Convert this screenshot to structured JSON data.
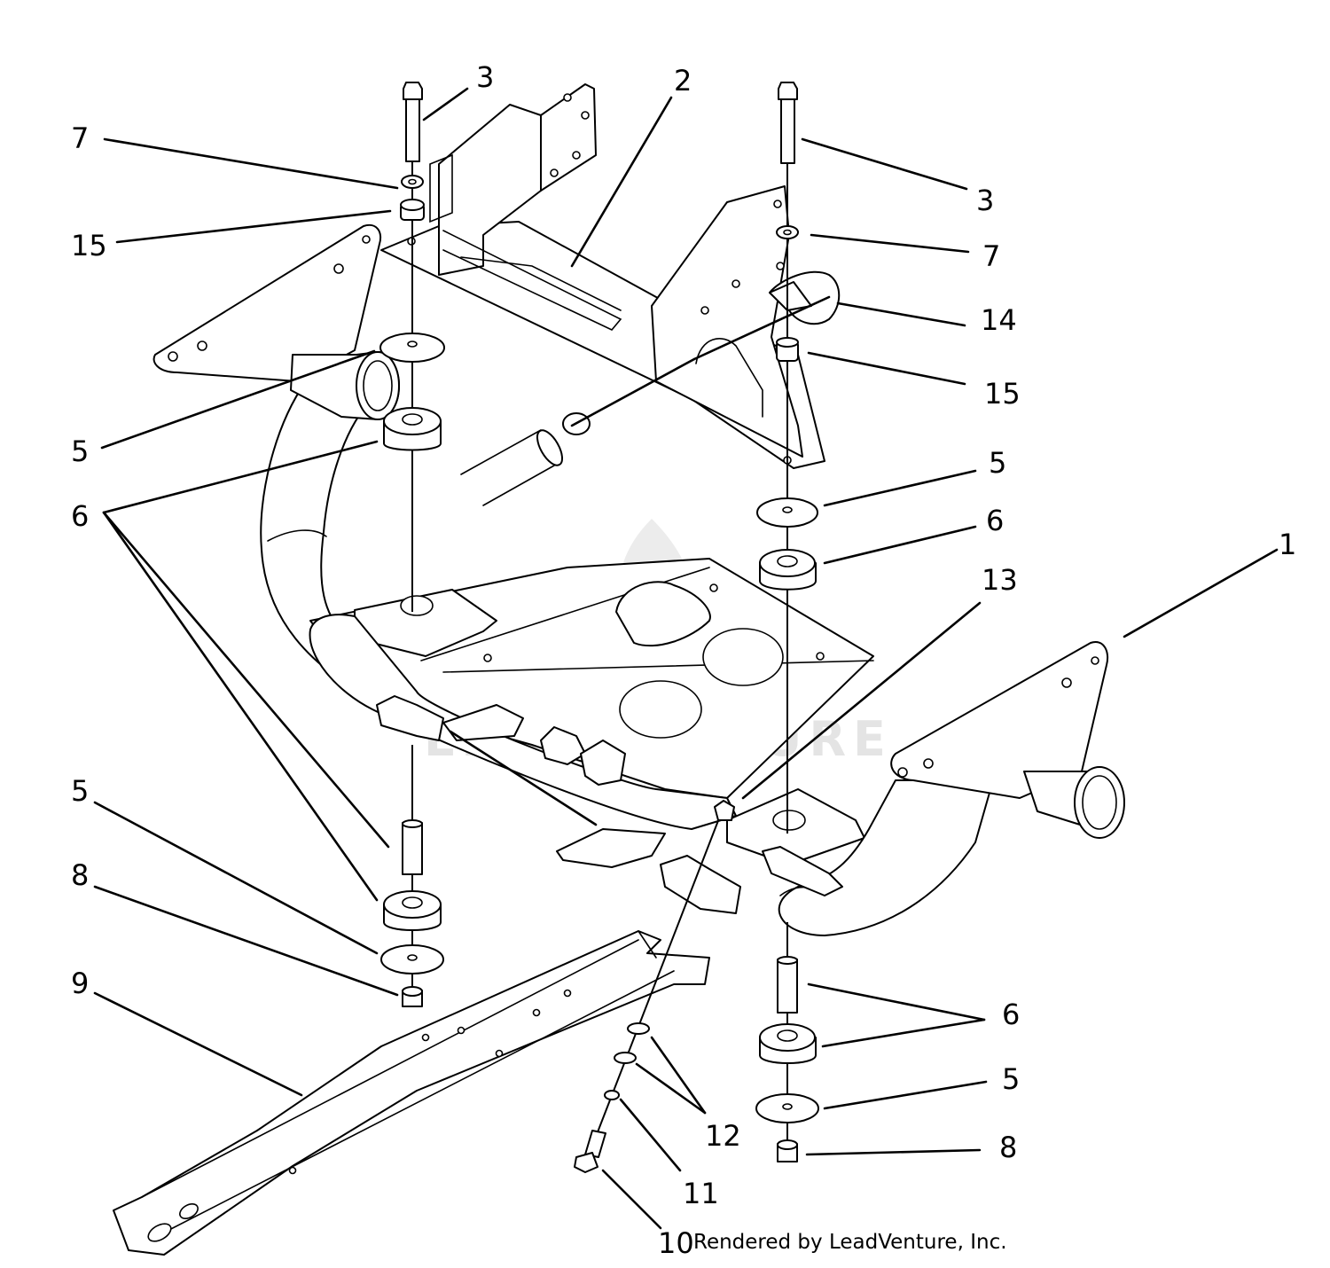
{
  "watermark": {
    "text": "LEADVENTURE",
    "color": "#e4e4e4"
  },
  "credit": "Rendered by LeadVenture, Inc.",
  "callouts": [
    {
      "id": "c3a",
      "text": "3"
    },
    {
      "id": "c2",
      "text": "2"
    },
    {
      "id": "c3b",
      "text": "3"
    },
    {
      "id": "c7a",
      "text": "7"
    },
    {
      "id": "c15a",
      "text": "15"
    },
    {
      "id": "c7b",
      "text": "7"
    },
    {
      "id": "c14",
      "text": "14"
    },
    {
      "id": "c15b",
      "text": "15"
    },
    {
      "id": "c5a",
      "text": "5"
    },
    {
      "id": "c5b",
      "text": "5"
    },
    {
      "id": "c6a",
      "text": "6"
    },
    {
      "id": "c6b",
      "text": "6"
    },
    {
      "id": "c1",
      "text": "1"
    },
    {
      "id": "c13",
      "text": "13"
    },
    {
      "id": "c5c",
      "text": "5"
    },
    {
      "id": "c8a",
      "text": "8"
    },
    {
      "id": "c9",
      "text": "9"
    },
    {
      "id": "c6c",
      "text": "6"
    },
    {
      "id": "c5d",
      "text": "5"
    },
    {
      "id": "c12",
      "text": "12"
    },
    {
      "id": "c8b",
      "text": "8"
    },
    {
      "id": "c11",
      "text": "11"
    },
    {
      "id": "c10",
      "text": "10"
    }
  ]
}
